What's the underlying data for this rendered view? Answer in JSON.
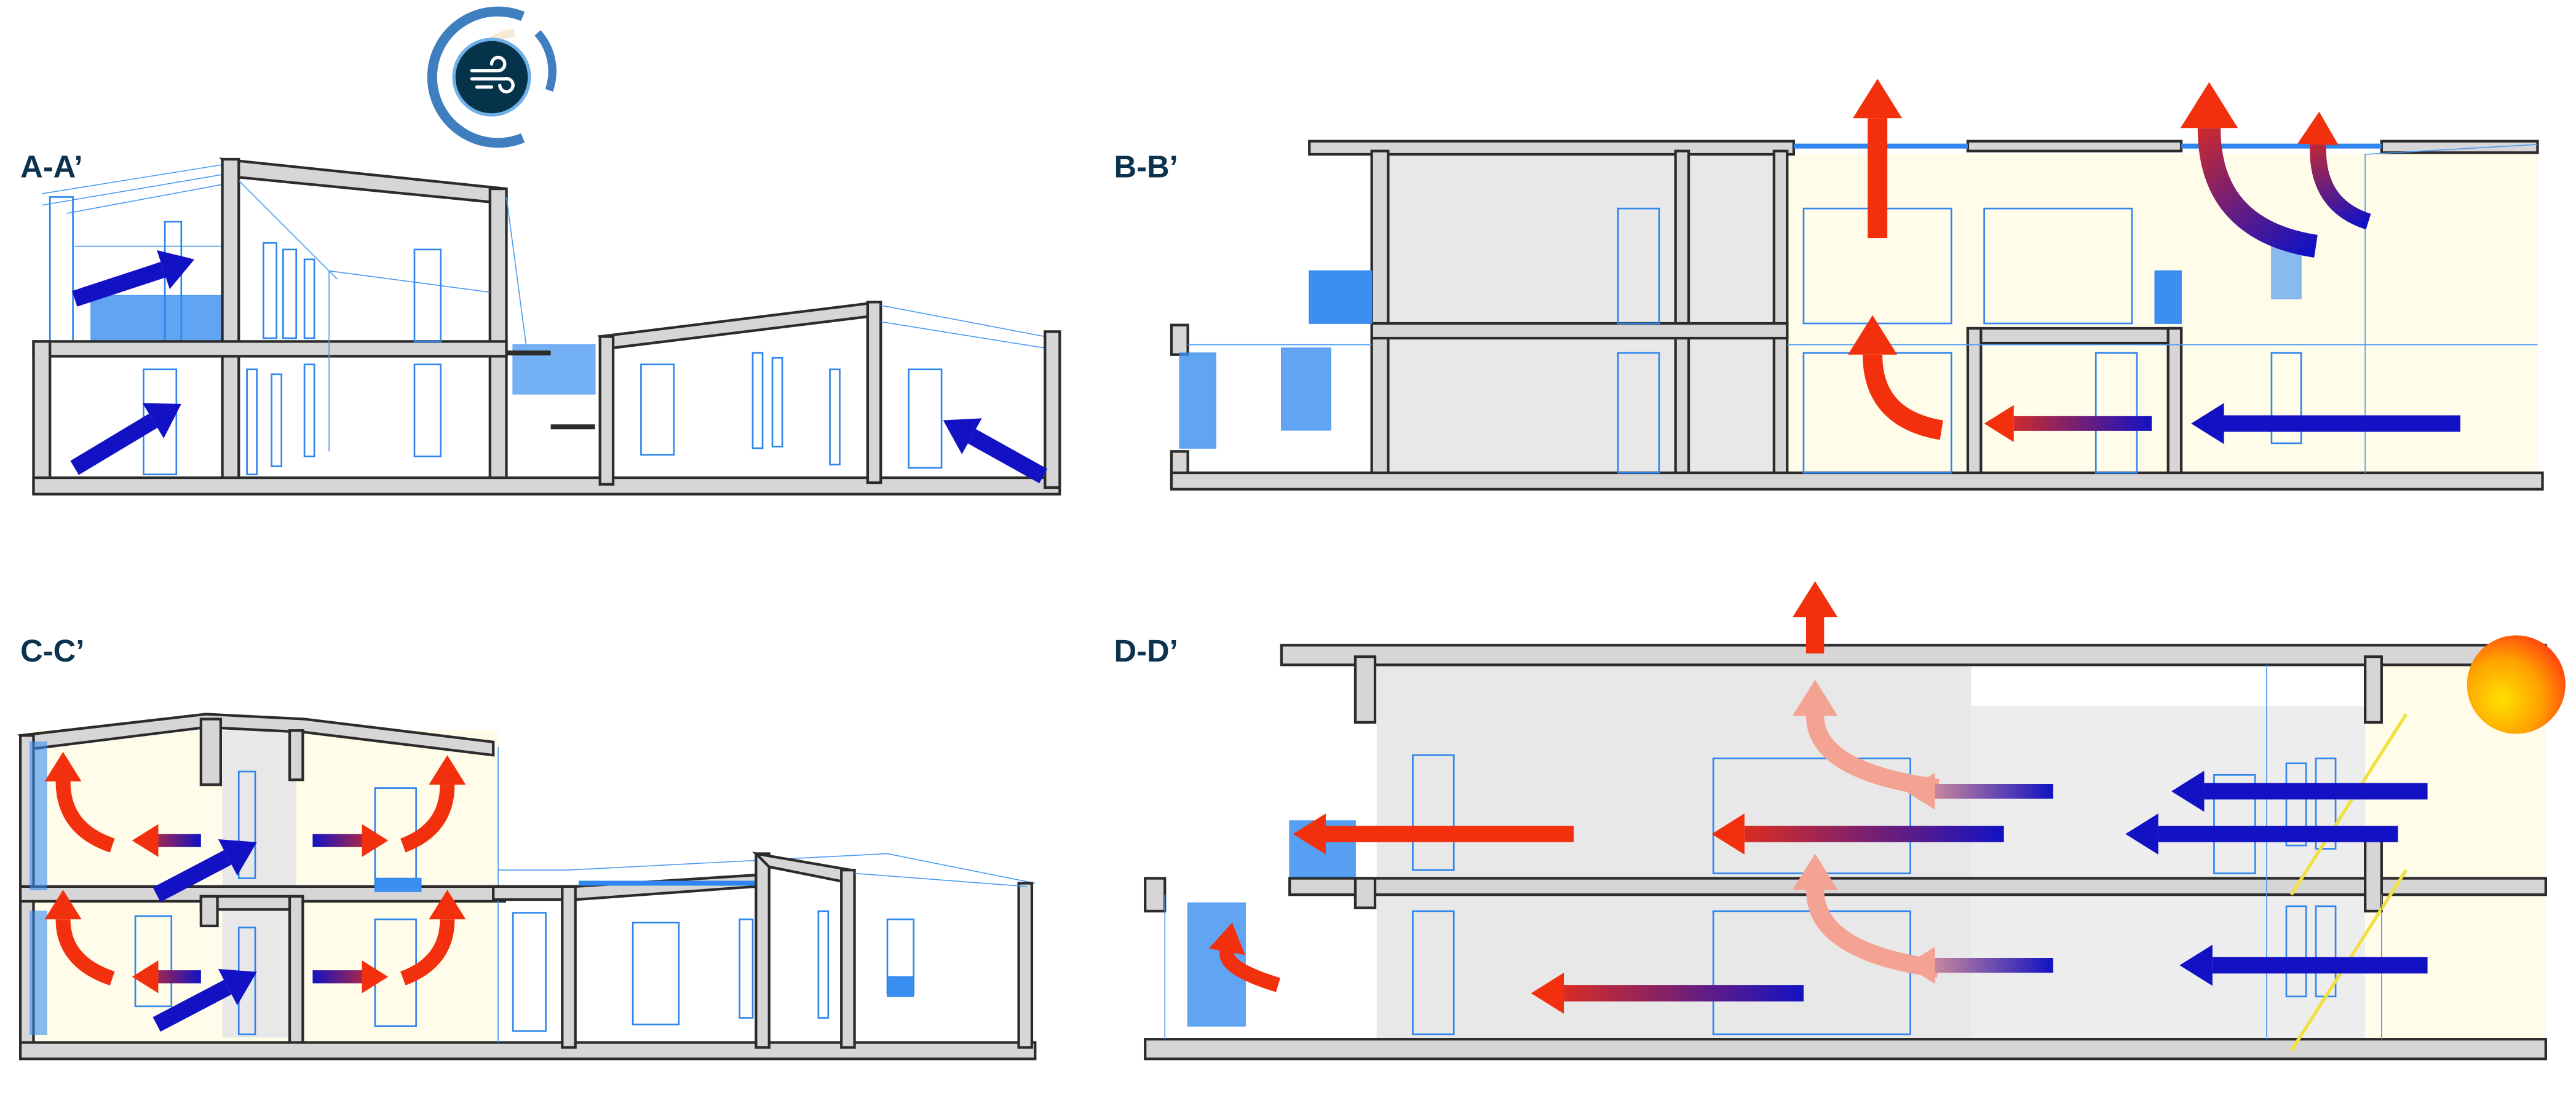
{
  "sections": [
    {
      "id": "a",
      "label": "A-A’"
    },
    {
      "id": "b",
      "label": "B-B’"
    },
    {
      "id": "c",
      "label": "C-C’"
    },
    {
      "id": "d",
      "label": "D-D’"
    }
  ],
  "icons": {
    "wind": "wind-icon",
    "sun": "sun-icon"
  },
  "colors": {
    "cool_air": "#1212c4",
    "warm_air": "#f2300e",
    "faded_warm_air": "#f4a392",
    "structure": "#d6d6d6",
    "outline": "#2b2b2b",
    "glazing": "#2f86ee",
    "icon_navy": "#05334a",
    "icon_ring": "#3f7fbf"
  }
}
